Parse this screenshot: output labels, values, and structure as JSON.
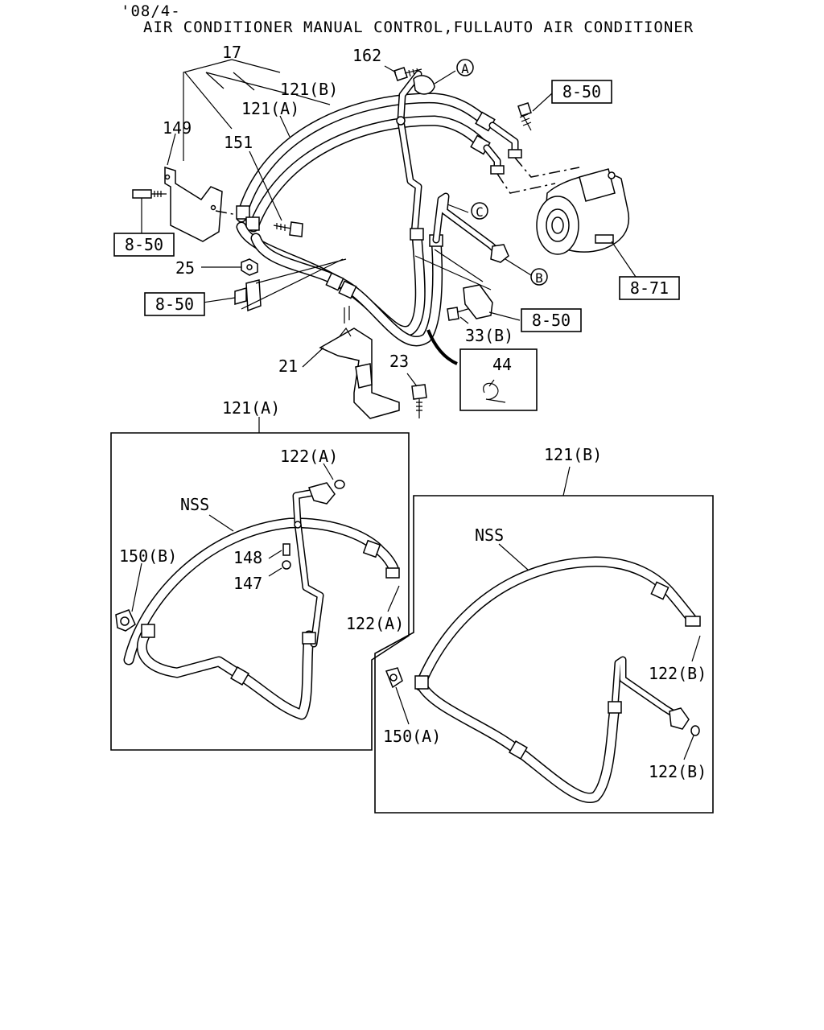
{
  "header": {
    "date_code": "'08/4-",
    "title": "AIR CONDITIONER MANUAL CONTROL,FULLAUTO AIR CONDITIONER"
  },
  "labels": {
    "p17": "17",
    "p162": "162",
    "p121b_top": "121(B)",
    "p121a_top": "121(A)",
    "p149": "149",
    "p151": "151",
    "p25": "25",
    "p21": "21",
    "p23": "23",
    "p33b": "33(B)",
    "p44": "44",
    "p121a_sec": "121(A)",
    "p121b_sec": "121(B)",
    "p122a_1": "122(A)",
    "p122a_2": "122(A)",
    "p122b_1": "122(B)",
    "p122b_2": "122(B)",
    "p148": "148",
    "p147": "147",
    "p150b": "150(B)",
    "p150a": "150(A)",
    "nss_a": "NSS",
    "nss_b": "NSS",
    "callout_a": "A",
    "callout_b": "B",
    "callout_c": "C"
  },
  "refs": {
    "r850_1": "8-50",
    "r850_2": "8-50",
    "r850_3": "8-50",
    "r850_4": "8-50",
    "r871": "8-71"
  }
}
